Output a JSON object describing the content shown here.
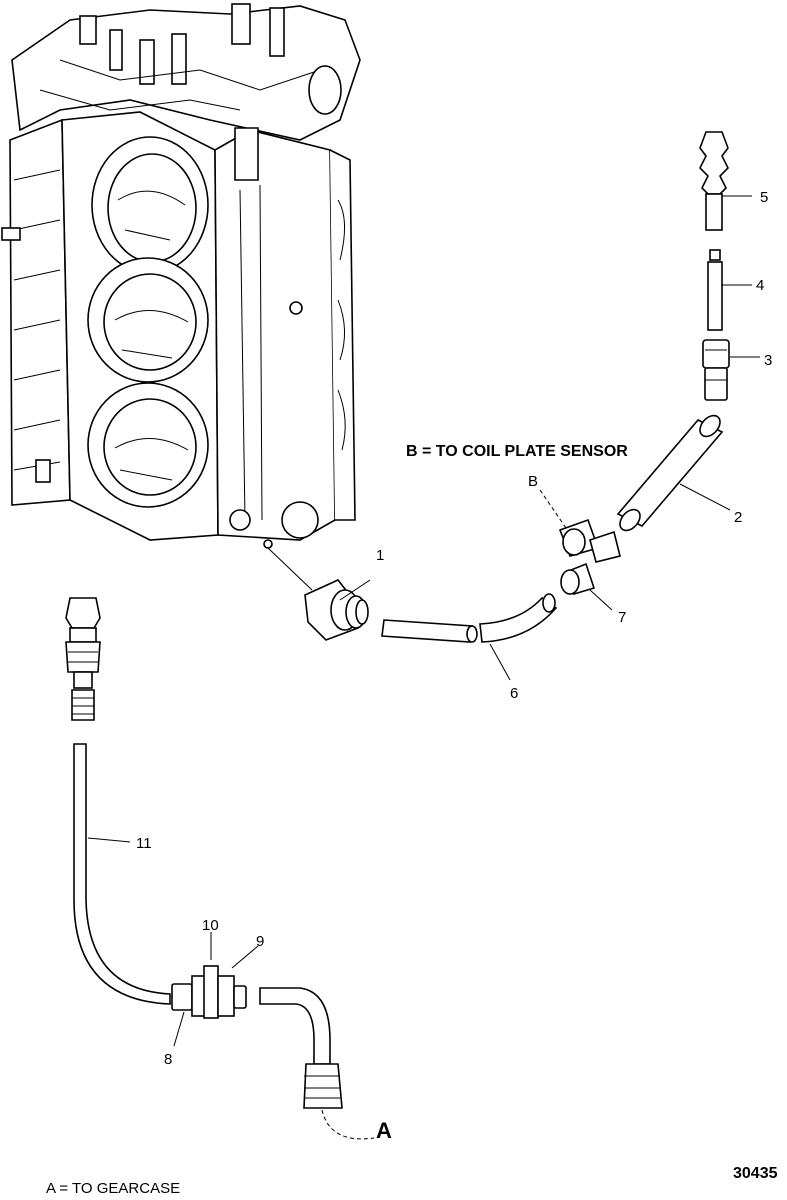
{
  "diagram_id": "30435",
  "notes": {
    "a": "A = TO GEARCASE",
    "b": "B = TO COIL PLATE SENSOR"
  },
  "callouts": {
    "a": "A",
    "b": "B"
  },
  "parts": [
    {
      "number": "1"
    },
    {
      "number": "2"
    },
    {
      "number": "3"
    },
    {
      "number": "4"
    },
    {
      "number": "5"
    },
    {
      "number": "6"
    },
    {
      "number": "7"
    },
    {
      "number": "8"
    },
    {
      "number": "9"
    },
    {
      "number": "10"
    },
    {
      "number": "11"
    }
  ]
}
